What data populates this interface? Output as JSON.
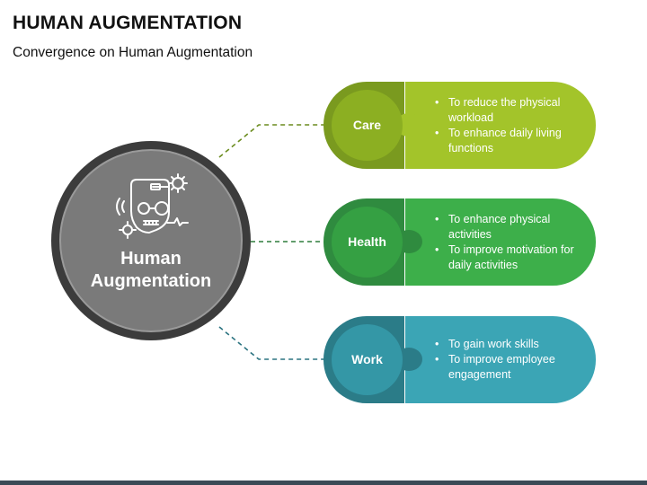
{
  "header": {
    "title": "HUMAN AUGMENTATION",
    "subtitle": "Convergence on Human Augmentation"
  },
  "hub": {
    "label_line1": "Human",
    "label_line2": "Augmentation",
    "icon": "cyborg-head-icon"
  },
  "branches": [
    {
      "label": "Care",
      "points": [
        "To reduce the physical workload",
        "To enhance daily living functions"
      ],
      "colors": {
        "dark": "#7a9a1f",
        "main": "#a3c42a",
        "node": "#8caf22",
        "connector": "#6b8c1e"
      }
    },
    {
      "label": "Health",
      "points": [
        "To enhance physical activities",
        "To improve motivation for daily activities"
      ],
      "colors": {
        "dark": "#2f8b3f",
        "main": "#3daf4a",
        "node": "#35a043",
        "connector": "#2e7d3c"
      }
    },
    {
      "label": "Work",
      "points": [
        "To gain work skills",
        "To improve employee engagement"
      ],
      "colors": {
        "dark": "#2b7c88",
        "main": "#3ba5b5",
        "node": "#3497a6",
        "connector": "#2b7380"
      }
    }
  ]
}
